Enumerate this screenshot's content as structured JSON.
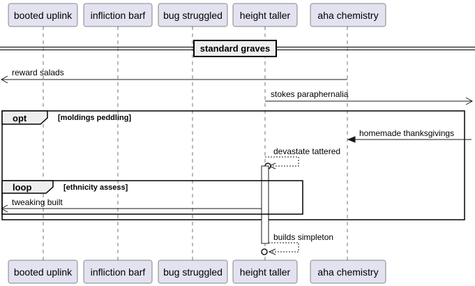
{
  "participants": [
    {
      "label": "booted uplink"
    },
    {
      "label": "infliction barf"
    },
    {
      "label": "bug struggled"
    },
    {
      "label": "height taller"
    },
    {
      "label": "aha chemistry"
    }
  ],
  "divider": {
    "label": "standard graves"
  },
  "messages": {
    "reward_salads": "reward salads",
    "stokes_paraphernalia": "stokes paraphernalia",
    "homemade_thanksgivings": "homemade thanksgivings",
    "devastate_tattered": "devastate tattered",
    "tweaking_built": "tweaking built",
    "builds_simpleton": "builds simpleton"
  },
  "frames": {
    "opt": {
      "keyword": "opt",
      "guard": "[moldings peddling]"
    },
    "loop": {
      "keyword": "loop",
      "guard": "[ethnicity assess]"
    }
  },
  "colors": {
    "participant_fill": "#e2e2f0",
    "frame_tab_fill": "#eeeeee",
    "line": "#181818"
  }
}
